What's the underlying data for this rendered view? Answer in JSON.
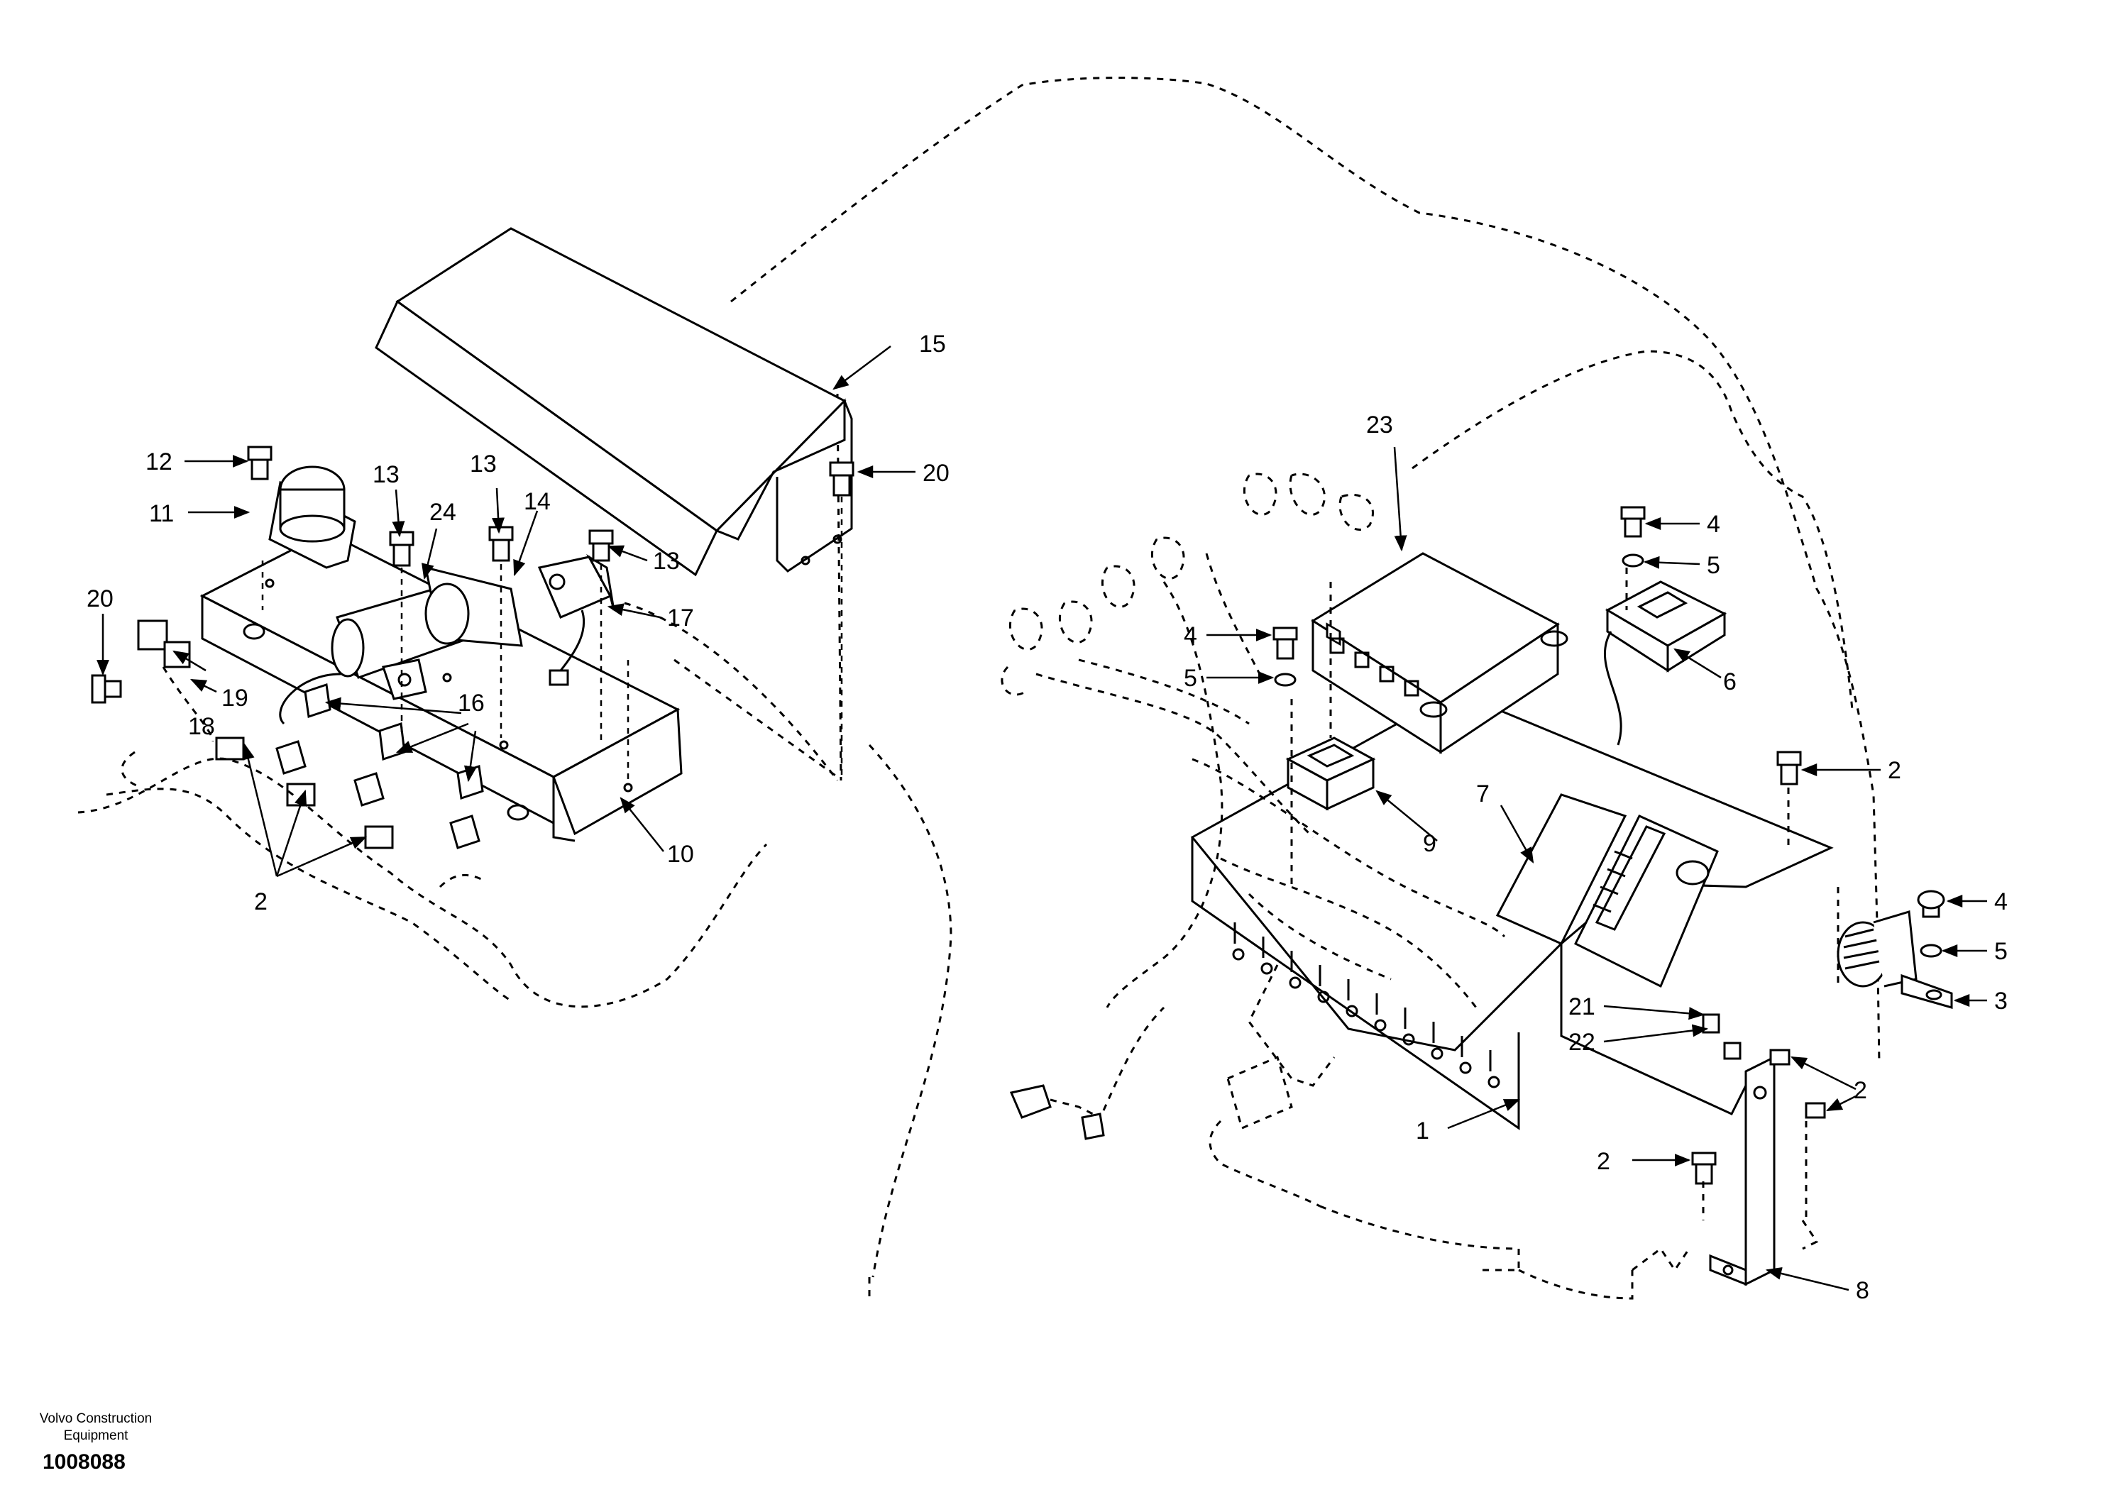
{
  "callouts": {
    "c1": "1",
    "c2a": "2",
    "c2b": "2",
    "c2c": "2",
    "c2d": "2",
    "c3": "3",
    "c4a": "4",
    "c4b": "4",
    "c4c": "4",
    "c5a": "5",
    "c5b": "5",
    "c5c": "5",
    "c6": "6",
    "c7": "7",
    "c8": "8",
    "c9": "9",
    "c10": "10",
    "c11": "11",
    "c12": "12",
    "c13a": "13",
    "c13b": "13",
    "c13c": "13",
    "c14": "14",
    "c15": "15",
    "c16": "16",
    "c17": "17",
    "c18": "18",
    "c19": "19",
    "c20a": "20",
    "c20b": "20",
    "c21": "21",
    "c22": "22",
    "c23": "23",
    "c24": "24"
  },
  "footer": {
    "company_line1": "Volvo Construction",
    "company_line2": "Equipment",
    "doc_number": "1008088"
  }
}
